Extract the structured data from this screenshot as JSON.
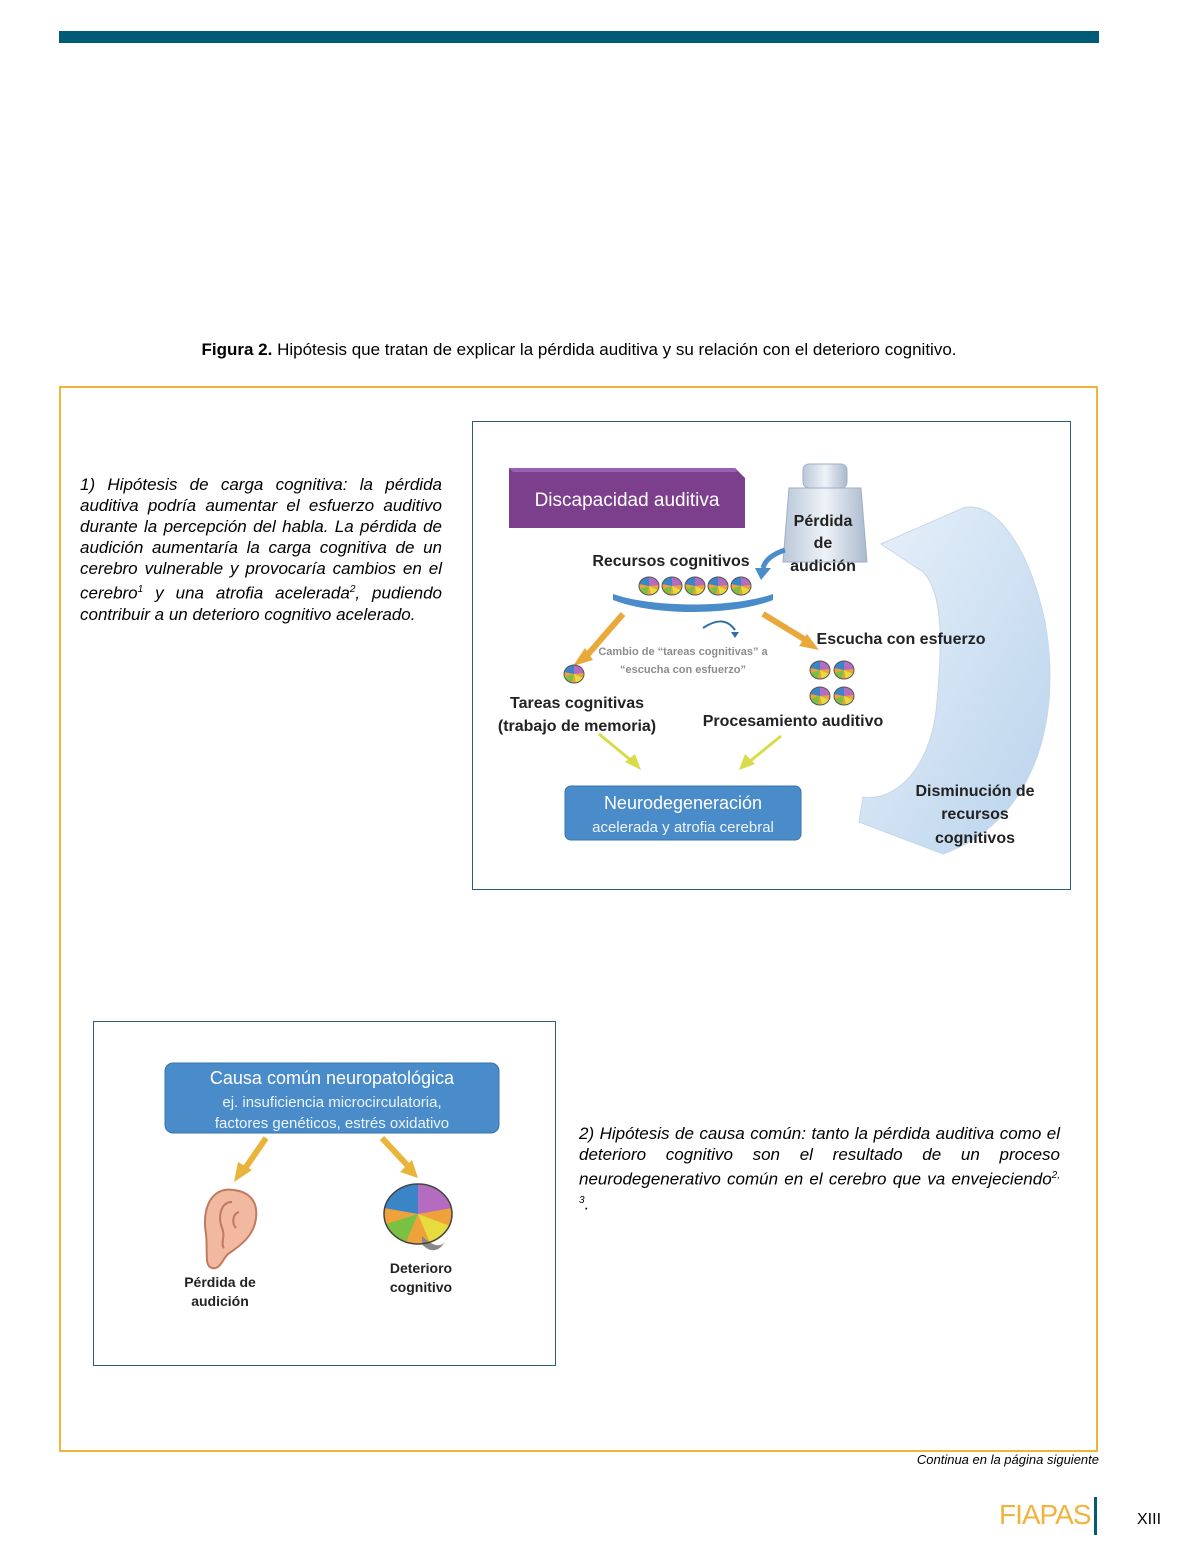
{
  "figure": {
    "label": "Figura 2.",
    "text": " Hipótesis que tratan de explicar la pérdida auditiva y su relación con el deterioro cognitivo."
  },
  "hypothesis1": {
    "part_a": "1) Hipótesis de carga cognitiva: la pérdida auditiva podría aumentar el esfuerzo auditivo durante la percepción del habla. La pérdida de audición aumentaría la carga cognitiva de un cerebro vulnerable y provocaría cambios en el cerebro",
    "sup1": "1",
    "part_b": " y una atrofia acelerada",
    "sup2": "2",
    "part_c": ", pudiendo contribuir a un deterioro cognitivo acelerado."
  },
  "diagram1": {
    "title": "Discapacidad auditiva",
    "weight_label_l1": "Pérdida",
    "weight_label_l2": "de",
    "weight_label_l3": "audición",
    "resources": "Recursos cognitivos",
    "effort": "Escucha con esfuerzo",
    "shift_l1": "Cambio de “tareas cognitivas” a",
    "shift_l2": "“escucha con esfuerzo”",
    "tasks_l1": "Tareas cognitivas",
    "tasks_l2": "(trabajo de memoria)",
    "processing": "Procesamiento auditivo",
    "neuro_l1": "Neurodegeneración",
    "neuro_l2": "acelerada y atrofia cerebral",
    "decrease_l1": "Disminución de",
    "decrease_l2": "recursos",
    "decrease_l3": "cognitivos",
    "colors": {
      "title_box": "#7b3f8c",
      "neuro_box": "#4a8cc9",
      "arrow_orange": "#e8a93a",
      "arrow_yellow": "#d8dc48",
      "curved_arrow": "#c7dcef"
    }
  },
  "diagram2": {
    "cause_l1": "Causa común neuropatológica",
    "cause_l2": "ej. insuficiencia  microcirculatoria,",
    "cause_l3": "factores genéticos, estrés oxidativo",
    "hearing_l1": "Pérdida de",
    "hearing_l2": "audición",
    "cognitive_l1": "Deterioro",
    "cognitive_l2": "cognitivo",
    "colors": {
      "cause_box": "#4a8cc9",
      "arrows": "#e8b43a"
    }
  },
  "hypothesis2": {
    "part_a": "2) Hipótesis de causa común: tanto la pérdida auditiva como el deterioro cognitivo son el resultado de un proceso neurodegenerativo común en el cerebro que va envejeciendo",
    "sup": "2, 3",
    "part_b": "."
  },
  "footer": {
    "continua": "Continua en la página siguiente",
    "brand": "FIAPAS",
    "page": "XIII"
  }
}
